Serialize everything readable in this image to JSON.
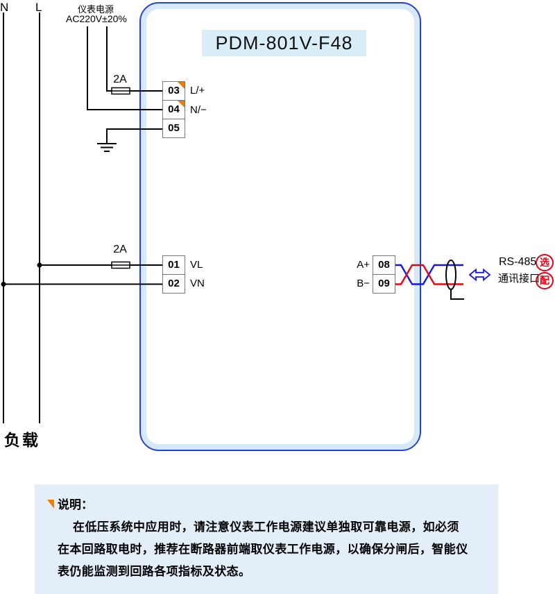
{
  "device": {
    "model": "PDM-801V-F48",
    "terminals_power": [
      {
        "no": "03",
        "label": "L/+"
      },
      {
        "no": "04",
        "label": "N/−"
      },
      {
        "no": "05",
        "label": ""
      }
    ],
    "terminals_voltage": [
      {
        "no": "01",
        "label": "VL"
      },
      {
        "no": "02",
        "label": "VN"
      }
    ],
    "terminals_comm": [
      {
        "no": "08",
        "label": "A+"
      },
      {
        "no": "09",
        "label": "B−"
      }
    ]
  },
  "labels": {
    "phase_n": "N",
    "phase_l": "L",
    "meter_power_line1": "仪表电源",
    "meter_power_line2": "AC220V±20%",
    "fuse_top": "2A",
    "fuse_bottom": "2A",
    "load": "负载",
    "rs485_line1": "RS-485",
    "rs485_line2": "通讯接口",
    "optional_char1": "选",
    "optional_char2": "配"
  },
  "note": {
    "title": "说明：",
    "line1": "在低压系统中应用时，请注意仪表工作电源建议单独取可靠电源，如必须",
    "line2": "在本回路取电时，推荐在断路器前端取仪表工作电源，以确保分闸后，智能仪",
    "line3": "表仍能监测到回路各项指标及状态。"
  },
  "colors": {
    "device_border": "#2443d2",
    "device_inner_band": "#d7e8f8",
    "title_bg": "#daeefa",
    "note_bg": "#e3eef9",
    "wire_blue": "#1717e0",
    "wire_red": "#e30613",
    "accent_orange": "#f07d00",
    "optional_red": "#e60012"
  }
}
